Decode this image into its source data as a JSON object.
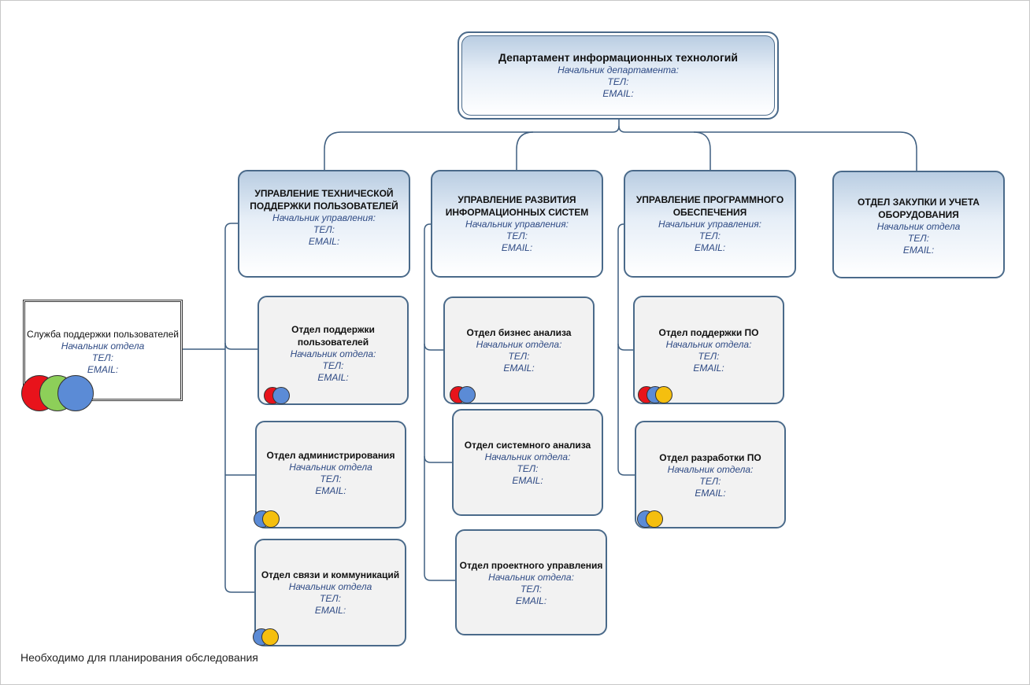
{
  "dept": {
    "title": "Департамент информационных технологий",
    "head": "Начальник департамента:",
    "tel": "ТЕЛ:",
    "email": "EMAIL:"
  },
  "units": [
    {
      "title_1": "УПРАВЛЕНИЕ ТЕХНИЧЕСКОЙ",
      "title_2": "ПОДДЕРЖКИ ПОЛЬЗОВАТЕЛЕЙ",
      "head": "Начальник управления:",
      "tel": "ТЕЛ:",
      "email": "EMAIL:"
    },
    {
      "title_1": "УПРАВЛЕНИЕ РАЗВИТИЯ",
      "title_2": "ИНФОРМАЦИОННЫХ СИСТЕМ",
      "head": "Начальник управления:",
      "tel": "ТЕЛ:",
      "email": "EMAIL:"
    },
    {
      "title_1": "УПРАВЛЕНИЕ ПРОГРАММНОГО",
      "title_2": "ОБЕСПЕЧЕНИЯ",
      "head": "Начальник управления:",
      "tel": "ТЕЛ:",
      "email": "EMAIL:"
    },
    {
      "title_1": "ОТДЕЛ ЗАКУПКИ И УЧЕТА",
      "title_2": "ОБОРУДОВАНИЯ",
      "head": "Начальник отдела",
      "tel": "ТЕЛ:",
      "email": "EMAIL:"
    }
  ],
  "departments": [
    {
      "title_1": "Отдел поддержки",
      "title_2": "пользователей",
      "head": "Начальник отдела:",
      "tel": "ТЕЛ:",
      "email": "EMAIL:",
      "markers": [
        "#e8131b",
        "#5b8bd6"
      ]
    },
    {
      "title_1": "Отдел администрирования",
      "title_2": "",
      "head": "Начальник отдела",
      "tel": "ТЕЛ:",
      "email": "EMAIL:",
      "markers": [
        "#5b8bd6",
        "#f5bf0f"
      ]
    },
    {
      "title_1": "Отдел связи и коммуникаций",
      "title_2": "",
      "head": "Начальник отдела",
      "tel": "ТЕЛ:",
      "email": "EMAIL:",
      "markers": [
        "#5b8bd6",
        "#f5bf0f"
      ]
    },
    {
      "title_1": "Отдел бизнес анализа",
      "title_2": "",
      "head": "Начальник отдела:",
      "tel": "ТЕЛ:",
      "email": "EMAIL:",
      "markers": [
        "#e8131b",
        "#5b8bd6"
      ]
    },
    {
      "title_1": "Отдел системного анализа",
      "title_2": "",
      "head": "Начальник отдела:",
      "tel": "ТЕЛ:",
      "email": "EMAIL:",
      "markers": []
    },
    {
      "title_1": "Отдел проектного управления",
      "title_2": "",
      "head": "Начальник отдела:",
      "tel": "ТЕЛ:",
      "email": "EMAIL:",
      "markers": []
    },
    {
      "title_1": "Отдел поддержки ПО",
      "title_2": "",
      "head": "Начальник отдела:",
      "tel": "ТЕЛ:",
      "email": "EMAIL:",
      "markers": [
        "#e8131b",
        "#5b8bd6",
        "#f5bf0f"
      ]
    },
    {
      "title_1": "Отдел разработки ПО",
      "title_2": "",
      "head": "Начальник отдела:",
      "tel": "ТЕЛ:",
      "email": "EMAIL:",
      "markers": [
        "#5b8bd6",
        "#f5bf0f"
      ]
    }
  ],
  "service": {
    "title": "Служба поддержки пользователей",
    "head": "Начальник отдела",
    "tel": "ТЕЛ:",
    "email": "EMAIL:",
    "markers": [
      "#e8131b",
      "#8dcf59",
      "#5b8bd6"
    ]
  },
  "note": "Необходимо для планирования обследования",
  "colors": {
    "border": "#4a6a8a",
    "connector": "#3f5f80",
    "gradient_top": "#b9cde2",
    "department_fill": "#f2f2f2",
    "italic_text": "#2e4a84"
  }
}
